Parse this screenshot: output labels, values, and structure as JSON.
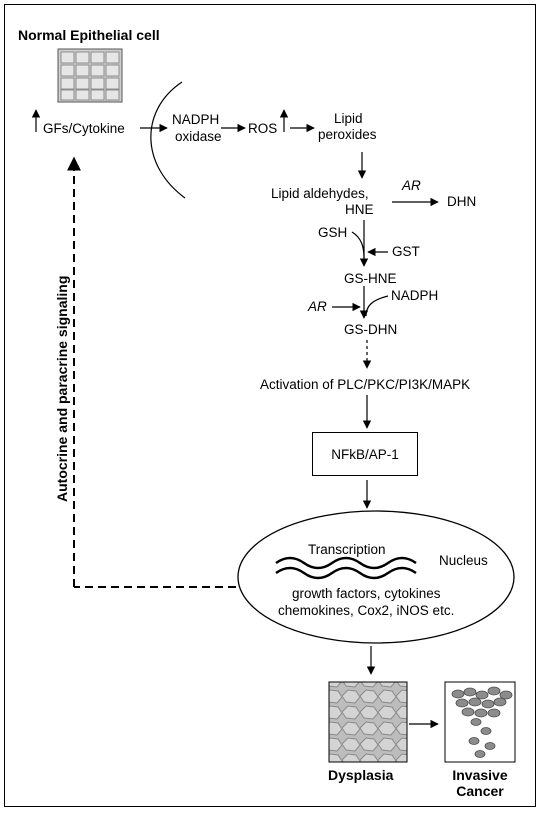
{
  "labels": {
    "normal_cell": "Normal Epithelial cell",
    "gfs": "GFs/Cytokine",
    "nadph_oxidase_1": "NADPH",
    "nadph_oxidase_2": "oxidase",
    "ros": "ROS",
    "lipid_peroxides_1": "Lipid",
    "lipid_peroxides_2": "peroxides",
    "lipid_aldehydes_1": "Lipid aldehydes,",
    "lipid_aldehydes_2": "HNE",
    "ar_top": "AR",
    "dhn": "DHN",
    "gsh": "GSH",
    "gst": "GST",
    "gs_hne": "GS-HNE",
    "nadph": "NADPH",
    "ar_mid": "AR",
    "gs_dhn": "GS-DHN",
    "activation": "Activation of PLC/PKC/PI3K/MAPK",
    "nfkb": "NFkB/AP-1",
    "transcription": "Transcription",
    "nucleus": "Nucleus",
    "genes_1": "growth factors, cytokines",
    "genes_2": "chemokines, Cox2, iNOS etc.",
    "dysplasia": "Dysplasia",
    "invasive_1": "Invasive",
    "invasive_2": "Cancer",
    "side_signaling": "Autocrine and paracrine signaling"
  },
  "colors": {
    "line": "#000000",
    "cell_fill": "#c8c8c8",
    "cell_dark": "#7a7a7a"
  }
}
